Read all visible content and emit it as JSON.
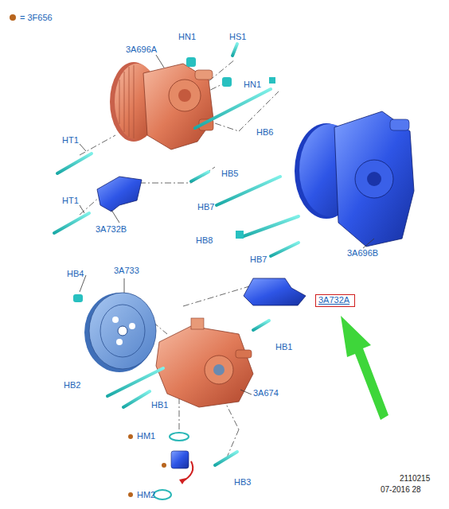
{
  "diagram": {
    "nodes": [
      {
        "text": [
          "3A732A"
        ]
      }
    ],
    "edges": [],
    "labels": [
      "3A696A",
      "HN1",
      "HS1",
      "HN1",
      "HB6",
      "HT1",
      "HB5",
      "HT1",
      "3A732B",
      "HB7",
      "HB8",
      "HB7",
      "3A696B",
      "HB4",
      "3A733",
      "HB1",
      "HB2",
      "HB1",
      "3A674",
      "HM1",
      "HM2",
      "HB3",
      "2110215",
      "07-2016 28"
    ],
    "legend": [
      {
        "text": "= 3F656",
        "color": "#b8651e"
      }
    ]
  }
}
